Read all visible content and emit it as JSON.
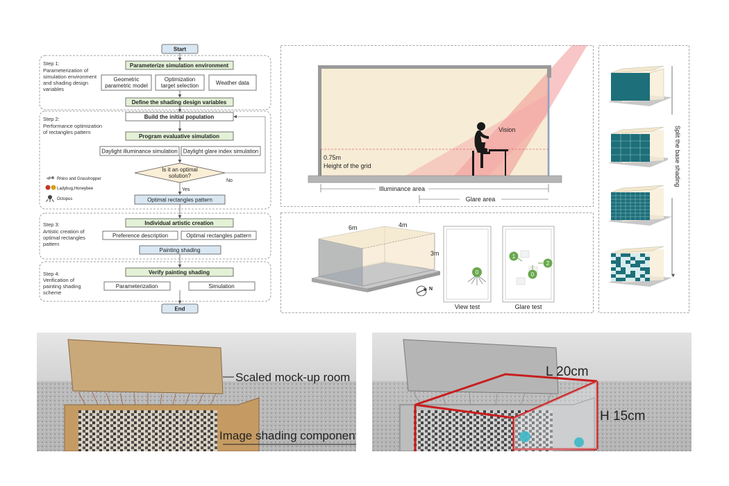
{
  "flowchart": {
    "start": "Start",
    "end": "End",
    "yes": "Yes",
    "no": "No",
    "step1": {
      "label": "Step 1:",
      "desc": [
        "Parameterization of",
        "simulation environment",
        "and shading design",
        "variables"
      ],
      "header": "Parameterize simulation environment",
      "items": [
        [
          "Geometric",
          "parametric model"
        ],
        [
          "Optimization",
          "target selection"
        ],
        [
          "Weather data"
        ]
      ],
      "define": "Define the shading design variables"
    },
    "step2": {
      "label": "Step 2:",
      "desc": [
        "Performance  optimization",
        "of rectangles pattern"
      ],
      "build": "Build the initial population",
      "program": "Program evaluative simulation",
      "sims": [
        "Daylight illuminance simulation",
        "Daylight glare index simulation"
      ],
      "decision": [
        "Is it an optimal",
        "solution?"
      ],
      "result": "Optimal rectangles pattern"
    },
    "legend": [
      "Rhino and Grasshopper",
      "Ladybug,Honeybee",
      "Octopus"
    ],
    "step3": {
      "label": "Step 3:",
      "desc": [
        "Artistic creation of",
        "optimal rectangles",
        "pattern"
      ],
      "header": "Individual artistic creation",
      "items": [
        "Preference description",
        "Optimal rectangles pattern"
      ],
      "result": "Painting shading"
    },
    "step4": {
      "label": "Step 4:",
      "desc": [
        "Verification of",
        "painting shading",
        "scheme"
      ],
      "header": "Verify painting shading",
      "items": [
        "Parameterization",
        "Simulation"
      ]
    }
  },
  "section": {
    "vision": "Vision",
    "grid_height": "0.75m",
    "grid_label": "Height of the grid",
    "illuminance_area": "Illuminance area",
    "glare_area": "Glare area"
  },
  "room": {
    "dim_6m": "6m",
    "dim_4m": "4m",
    "dim_3m": "3m",
    "north": "N",
    "view_test": "View test",
    "glare_test": "Glare test",
    "view_point": "0",
    "glare_points": [
      "1",
      "2",
      "0"
    ]
  },
  "shading": {
    "caption": "Split the base shading"
  },
  "photos": {
    "left_label_top": "Scaled mock-up room",
    "left_label_bottom": "Image shading component",
    "right_length": "L 20cm",
    "right_height": "H 15cm"
  },
  "colors": {
    "flow_box_green": "#e3f1d6",
    "flow_box_blue": "#d9e7f2",
    "decision_fill": "#fbeed6",
    "glare_red": "#f08080",
    "room_fill": "#f7ecd5",
    "shading_teal": "#1d6f7a",
    "frame_red": "#c81e1e",
    "marker_green": "#6aa84f"
  }
}
